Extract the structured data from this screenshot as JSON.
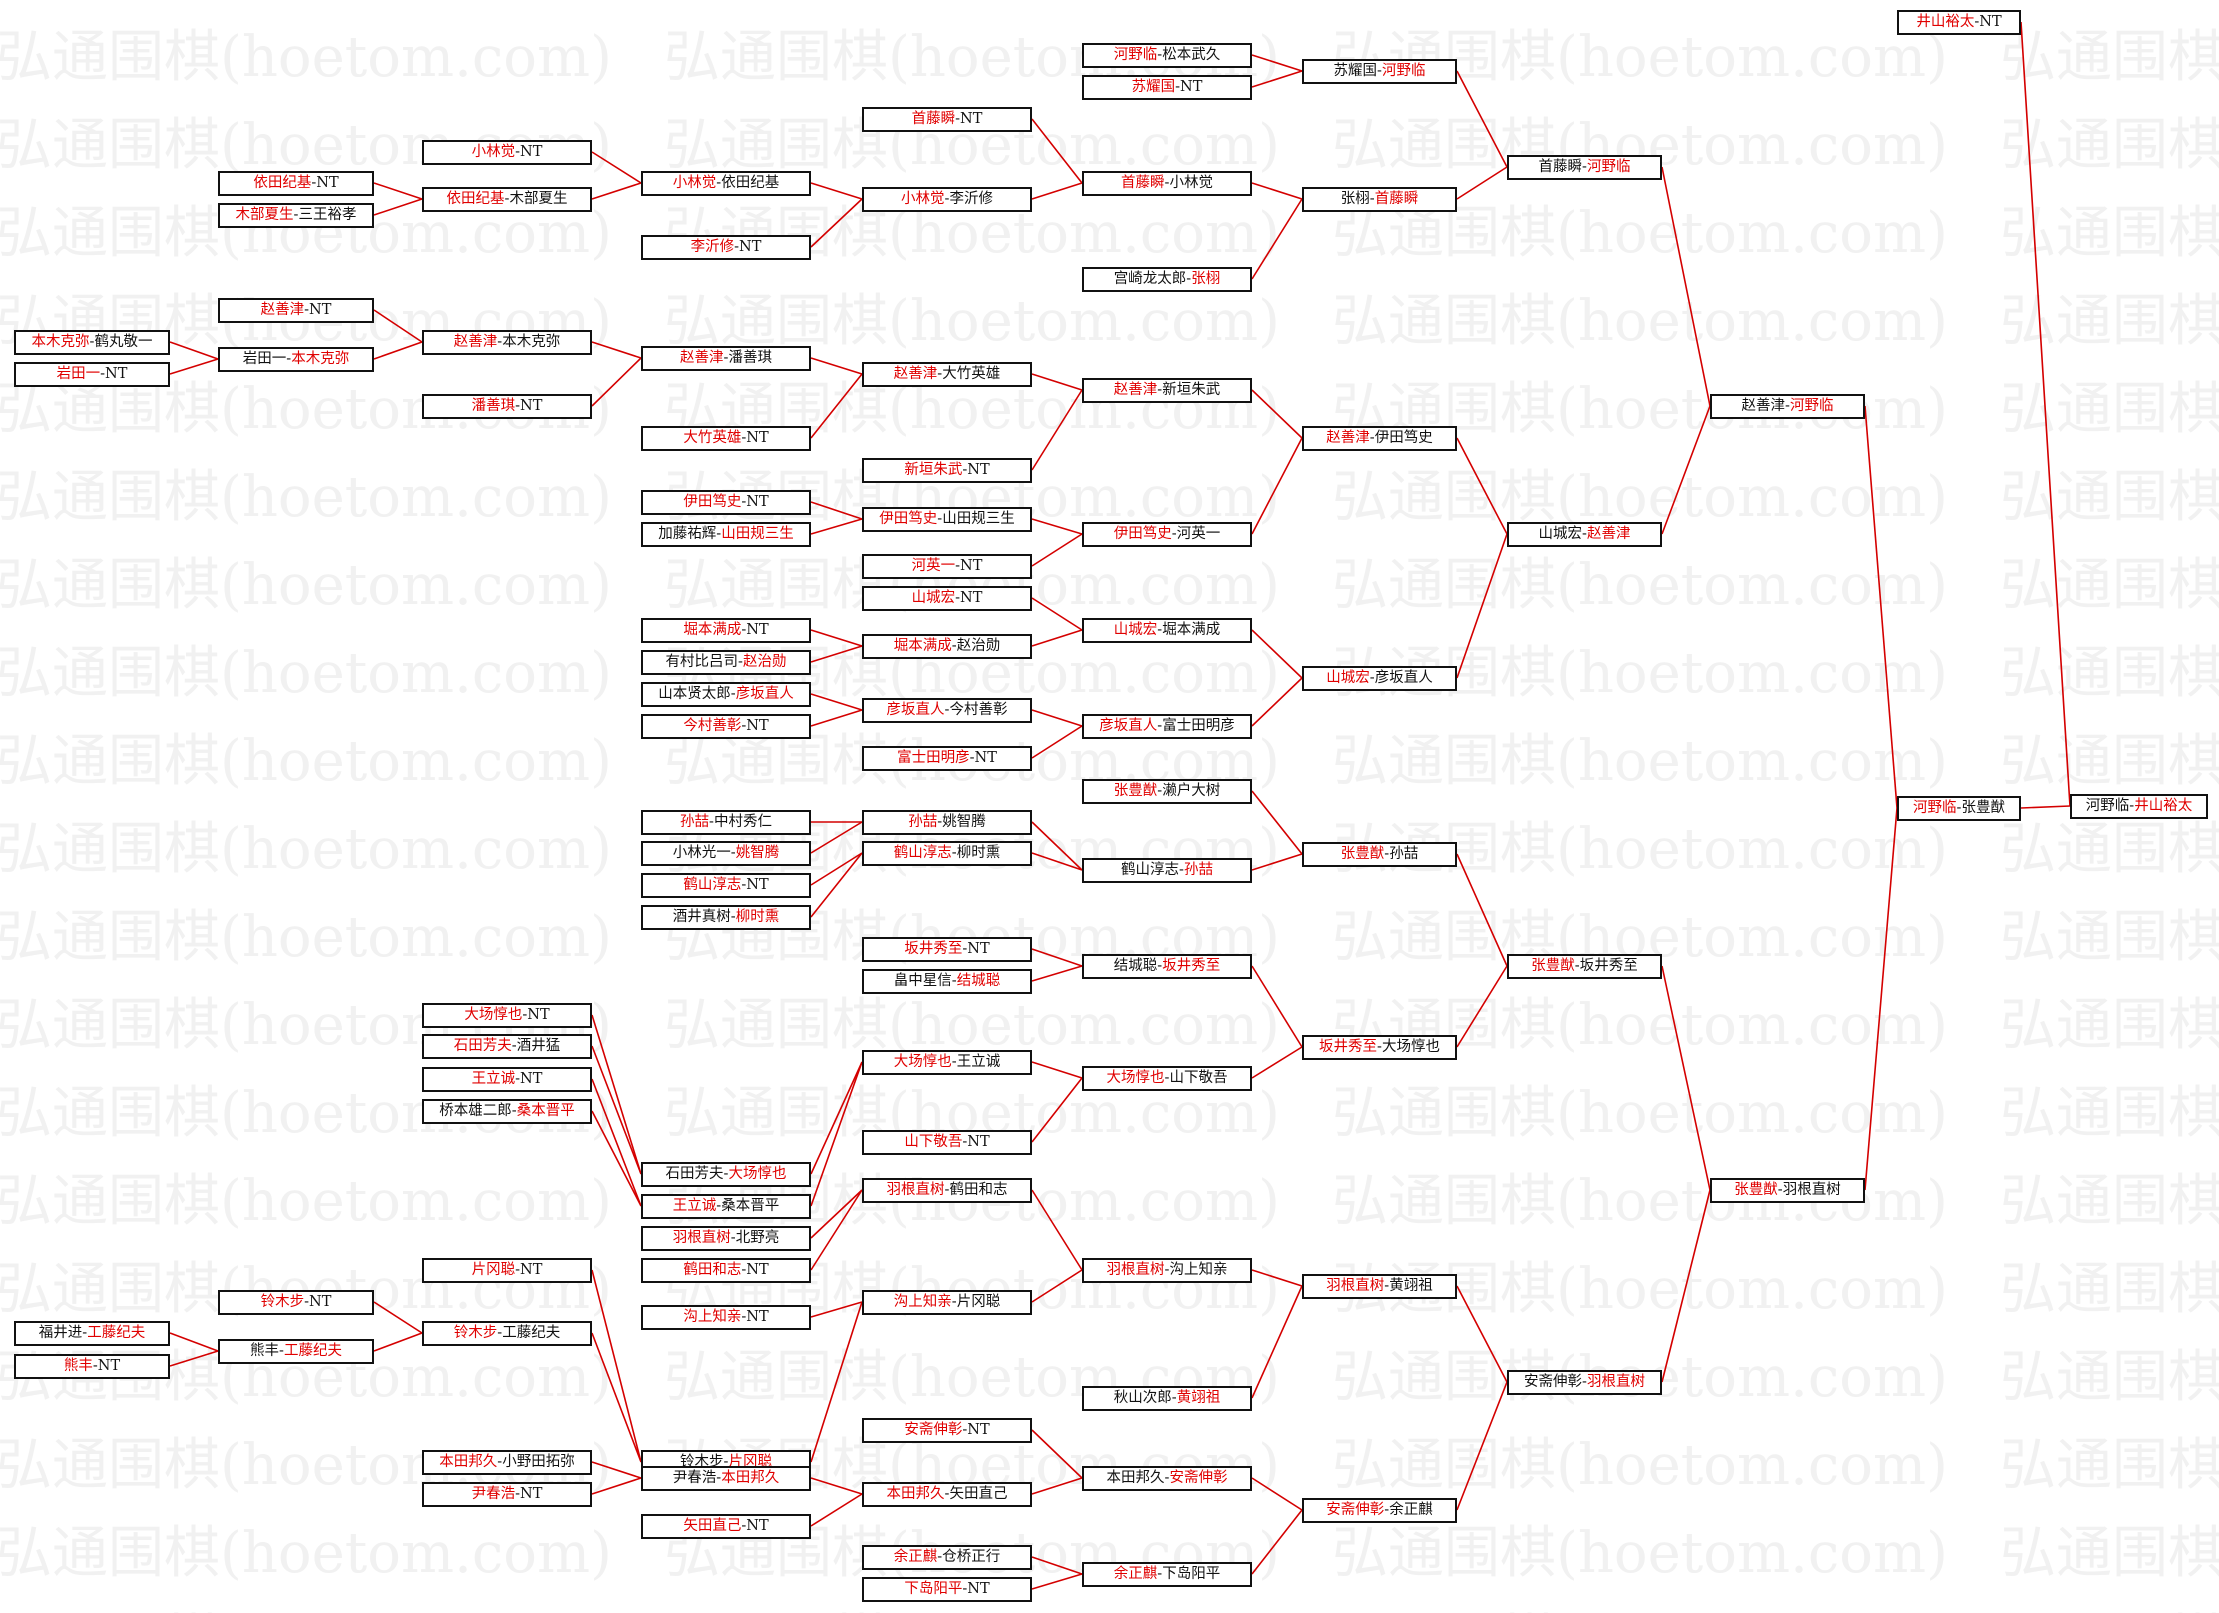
{
  "watermark": "弘通围棋(hoetom.com)",
  "colors": {
    "winner": "#e00000",
    "loser": "#111111",
    "line": "#d40000",
    "border": "#111111"
  },
  "matches": [
    {
      "id": "r1_1",
      "a": "本木克弥",
      "b": "鹤丸敬一",
      "w": "a"
    },
    {
      "id": "r1_2",
      "a": "岩田一",
      "b": "NT",
      "w": "a"
    },
    {
      "id": "r1_3",
      "a": "福井进",
      "b": "工藤纪夫",
      "w": "b"
    },
    {
      "id": "r1_4",
      "a": "熊丰",
      "b": "NT",
      "w": "a"
    },
    {
      "id": "r2_1",
      "a": "依田纪基",
      "b": "NT",
      "w": "a"
    },
    {
      "id": "r2_2",
      "a": "木部夏生",
      "b": "三王裕孝",
      "w": "a"
    },
    {
      "id": "r2_3",
      "a": "赵善津",
      "b": "NT",
      "w": "a"
    },
    {
      "id": "r2_4",
      "a": "岩田一",
      "b": "本木克弥",
      "w": "b"
    },
    {
      "id": "r2_5",
      "a": "铃木步",
      "b": "NT",
      "w": "a"
    },
    {
      "id": "r2_6",
      "a": "熊丰",
      "b": "工藤纪夫",
      "w": "b"
    },
    {
      "id": "r3_1",
      "a": "小林觉",
      "b": "NT",
      "w": "a"
    },
    {
      "id": "r3_2",
      "a": "依田纪基",
      "b": "木部夏生",
      "w": "a"
    },
    {
      "id": "r3_3",
      "a": "赵善津",
      "b": "本木克弥",
      "w": "a"
    },
    {
      "id": "r3_4",
      "a": "潘善琪",
      "b": "NT",
      "w": "a"
    },
    {
      "id": "r3_5",
      "a": "大场惇也",
      "b": "NT",
      "w": "a"
    },
    {
      "id": "r3_6",
      "a": "石田芳夫",
      "b": "酒井猛",
      "w": "a"
    },
    {
      "id": "r3_7",
      "a": "王立诚",
      "b": "NT",
      "w": "a"
    },
    {
      "id": "r3_8",
      "a": "桥本雄二郎",
      "b": "桑本晋平",
      "w": "b"
    },
    {
      "id": "r3_9",
      "a": "片冈聪",
      "b": "NT",
      "w": "a"
    },
    {
      "id": "r3_10",
      "a": "铃木步",
      "b": "工藤纪夫",
      "w": "a"
    },
    {
      "id": "r3_11",
      "a": "本田邦久",
      "b": "小野田拓弥",
      "w": "a"
    },
    {
      "id": "r3_12",
      "a": "尹春浩",
      "b": "NT",
      "w": "a"
    },
    {
      "id": "r4_1",
      "a": "小林觉",
      "b": "依田纪基",
      "w": "a"
    },
    {
      "id": "r4_2",
      "a": "李沂修",
      "b": "NT",
      "w": "a"
    },
    {
      "id": "r4_3",
      "a": "赵善津",
      "b": "潘善琪",
      "w": "a"
    },
    {
      "id": "r4_4",
      "a": "大竹英雄",
      "b": "NT",
      "w": "a"
    },
    {
      "id": "r4_5",
      "a": "伊田笃史",
      "b": "NT",
      "w": "a"
    },
    {
      "id": "r4_6",
      "a": "加藤祐辉",
      "b": "山田规三生",
      "w": "b"
    },
    {
      "id": "r4_7",
      "a": "堀本满成",
      "b": "NT",
      "w": "a"
    },
    {
      "id": "r4_8",
      "a": "有村比吕司",
      "b": "赵治勋",
      "w": "b"
    },
    {
      "id": "r4_9",
      "a": "山本贤太郎",
      "b": "彦坂直人",
      "w": "b"
    },
    {
      "id": "r4_10",
      "a": "今村善彰",
      "b": "NT",
      "w": "a"
    },
    {
      "id": "r4_11",
      "a": "孙喆",
      "b": "中村秀仁",
      "w": "a"
    },
    {
      "id": "r4_12",
      "a": "小林光一",
      "b": "姚智腾",
      "w": "b"
    },
    {
      "id": "r4_13",
      "a": "鹤山淳志",
      "b": "NT",
      "w": "a"
    },
    {
      "id": "r4_14",
      "a": "酒井真树",
      "b": "柳时熏",
      "w": "b"
    },
    {
      "id": "r4_15",
      "a": "石田芳夫",
      "b": "大场惇也",
      "w": "b"
    },
    {
      "id": "r4_16",
      "a": "王立诚",
      "b": "桑本晋平",
      "w": "a"
    },
    {
      "id": "r4_17",
      "a": "羽根直树",
      "b": "北野亮",
      "w": "a"
    },
    {
      "id": "r4_18",
      "a": "鹤田和志",
      "b": "NT",
      "w": "a"
    },
    {
      "id": "r4_19",
      "a": "沟上知亲",
      "b": "NT",
      "w": "a"
    },
    {
      "id": "r4_20",
      "a": "铃木步",
      "b": "片冈聪",
      "w": "b"
    },
    {
      "id": "r4_21",
      "a": "尹春浩",
      "b": "本田邦久",
      "w": "b"
    },
    {
      "id": "r4_22",
      "a": "矢田直己",
      "b": "NT",
      "w": "a"
    },
    {
      "id": "r5_1",
      "a": "首藤瞬",
      "b": "NT",
      "w": "a"
    },
    {
      "id": "r5_2",
      "a": "小林觉",
      "b": "李沂修",
      "w": "a"
    },
    {
      "id": "r5_3",
      "a": "赵善津",
      "b": "大竹英雄",
      "w": "a"
    },
    {
      "id": "r5_4",
      "a": "新垣朱武",
      "b": "NT",
      "w": "a"
    },
    {
      "id": "r5_5",
      "a": "伊田笃史",
      "b": "山田规三生",
      "w": "a"
    },
    {
      "id": "r5_6",
      "a": "河英一",
      "b": "NT",
      "w": "a"
    },
    {
      "id": "r5_7",
      "a": "山城宏",
      "b": "NT",
      "w": "a"
    },
    {
      "id": "r5_8",
      "a": "堀本满成",
      "b": "赵治勋",
      "w": "a"
    },
    {
      "id": "r5_9",
      "a": "彦坂直人",
      "b": "今村善彰",
      "w": "a"
    },
    {
      "id": "r5_10",
      "a": "富士田明彦",
      "b": "NT",
      "w": "a"
    },
    {
      "id": "r5_11",
      "a": "孙喆",
      "b": "姚智腾",
      "w": "a"
    },
    {
      "id": "r5_12",
      "a": "鹤山淳志",
      "b": "柳时熏",
      "w": "a"
    },
    {
      "id": "r5_13",
      "a": "坂井秀至",
      "b": "NT",
      "w": "a"
    },
    {
      "id": "r5_14",
      "a": "畠中星信",
      "b": "结城聪",
      "w": "b"
    },
    {
      "id": "r5_15",
      "a": "大场惇也",
      "b": "王立诚",
      "w": "a"
    },
    {
      "id": "r5_16",
      "a": "山下敬吾",
      "b": "NT",
      "w": "a"
    },
    {
      "id": "r5_17",
      "a": "羽根直树",
      "b": "鹤田和志",
      "w": "a"
    },
    {
      "id": "r5_18",
      "a": "沟上知亲",
      "b": "片冈聪",
      "w": "a"
    },
    {
      "id": "r5_19",
      "a": "安斋伸彰",
      "b": "NT",
      "w": "a"
    },
    {
      "id": "r5_20",
      "a": "本田邦久",
      "b": "矢田直己",
      "w": "a"
    },
    {
      "id": "r5_21",
      "a": "余正麒",
      "b": "仓桥正行",
      "w": "a"
    },
    {
      "id": "r5_22",
      "a": "下岛阳平",
      "b": "NT",
      "w": "a"
    },
    {
      "id": "r6_1",
      "a": "河野临",
      "b": "松本武久",
      "w": "a"
    },
    {
      "id": "r6_2",
      "a": "苏耀国",
      "b": "NT",
      "w": "a"
    },
    {
      "id": "r6_3",
      "a": "首藤瞬",
      "b": "小林觉",
      "w": "a"
    },
    {
      "id": "r6_4",
      "a": "宫崎龙太郎",
      "b": "张栩",
      "w": "b"
    },
    {
      "id": "r6_5",
      "a": "赵善津",
      "b": "新垣朱武",
      "w": "a"
    },
    {
      "id": "r6_6",
      "a": "伊田笃史",
      "b": "河英一",
      "w": "a"
    },
    {
      "id": "r6_7",
      "a": "山城宏",
      "b": "堀本满成",
      "w": "a"
    },
    {
      "id": "r6_8",
      "a": "彦坂直人",
      "b": "富士田明彦",
      "w": "a"
    },
    {
      "id": "r6_9",
      "a": "张豊猷",
      "b": "濑户大树",
      "w": "a"
    },
    {
      "id": "r6_10",
      "a": "鹤山淳志",
      "b": "孙喆",
      "w": "b"
    },
    {
      "id": "r6_11",
      "a": "结城聪",
      "b": "坂井秀至",
      "w": "b"
    },
    {
      "id": "r6_12",
      "a": "大场惇也",
      "b": "山下敬吾",
      "w": "a"
    },
    {
      "id": "r6_13",
      "a": "羽根直树",
      "b": "沟上知亲",
      "w": "a"
    },
    {
      "id": "r6_14",
      "a": "秋山次郎",
      "b": "黄翊祖",
      "w": "b"
    },
    {
      "id": "r6_15",
      "a": "本田邦久",
      "b": "安斋伸彰",
      "w": "b"
    },
    {
      "id": "r6_16",
      "a": "余正麒",
      "b": "下岛阳平",
      "w": "a"
    },
    {
      "id": "r7_1",
      "a": "苏耀国",
      "b": "河野临",
      "w": "b"
    },
    {
      "id": "r7_2",
      "a": "张栩",
      "b": "首藤瞬",
      "w": "b"
    },
    {
      "id": "r7_3",
      "a": "赵善津",
      "b": "伊田笃史",
      "w": "a"
    },
    {
      "id": "r7_4",
      "a": "山城宏",
      "b": "彦坂直人",
      "w": "a"
    },
    {
      "id": "r7_5",
      "a": "张豊猷",
      "b": "孙喆",
      "w": "a"
    },
    {
      "id": "r7_6",
      "a": "坂井秀至",
      "b": "大场惇也",
      "w": "a"
    },
    {
      "id": "r7_7",
      "a": "羽根直树",
      "b": "黄翊祖",
      "w": "a"
    },
    {
      "id": "r7_8",
      "a": "安斋伸彰",
      "b": "余正麒",
      "w": "a"
    },
    {
      "id": "r8_1",
      "a": "首藤瞬",
      "b": "河野临",
      "w": "b"
    },
    {
      "id": "r8_2",
      "a": "山城宏",
      "b": "赵善津",
      "w": "b"
    },
    {
      "id": "r8_3",
      "a": "张豊猷",
      "b": "坂井秀至",
      "w": "a"
    },
    {
      "id": "r8_4",
      "a": "安斋伸彰",
      "b": "羽根直树",
      "w": "b"
    },
    {
      "id": "r9_1",
      "a": "赵善津",
      "b": "河野临",
      "w": "b"
    },
    {
      "id": "r9_2",
      "a": "张豊猷",
      "b": "羽根直树",
      "w": "a"
    },
    {
      "id": "r10_1",
      "a": "河野临",
      "b": "张豊猷",
      "w": "a"
    },
    {
      "id": "r10_2",
      "a": "井山裕太",
      "b": "NT",
      "w": "a"
    },
    {
      "id": "r11_1",
      "a": "河野临",
      "b": "井山裕太",
      "w": "b"
    }
  ]
}
